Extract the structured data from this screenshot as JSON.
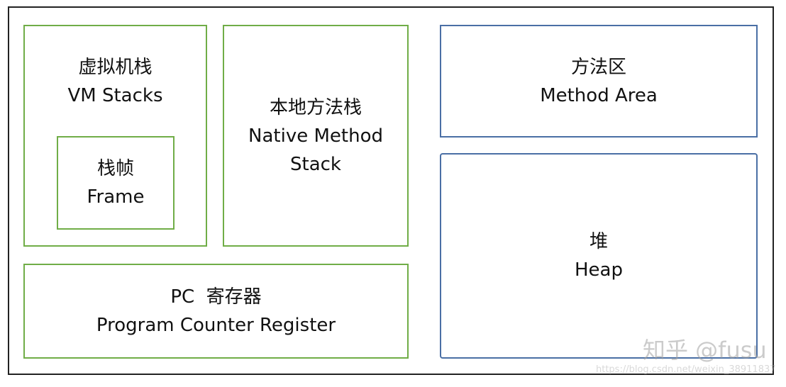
{
  "diagram": {
    "vm_stacks": {
      "zh": "虚拟机栈",
      "en": "VM Stacks"
    },
    "frame": {
      "zh": "栈帧",
      "en": "Frame"
    },
    "native_method_stack": {
      "zh": "本地方法栈",
      "en_line1": "Native Method",
      "en_line2": "Stack"
    },
    "pc_register": {
      "zh": "PC  寄存器",
      "en": "Program Counter Register"
    },
    "method_area": {
      "zh": "方法区",
      "en": "Method Area"
    },
    "heap": {
      "zh": "堆",
      "en": "Heap"
    }
  },
  "watermark": {
    "text": "知乎 @fusu",
    "url": "https://blog.csdn.net/weixin_38911837"
  },
  "colors": {
    "green_border": "#70ad47",
    "blue_border": "#4a6fa5",
    "outer_border": "#222222"
  }
}
